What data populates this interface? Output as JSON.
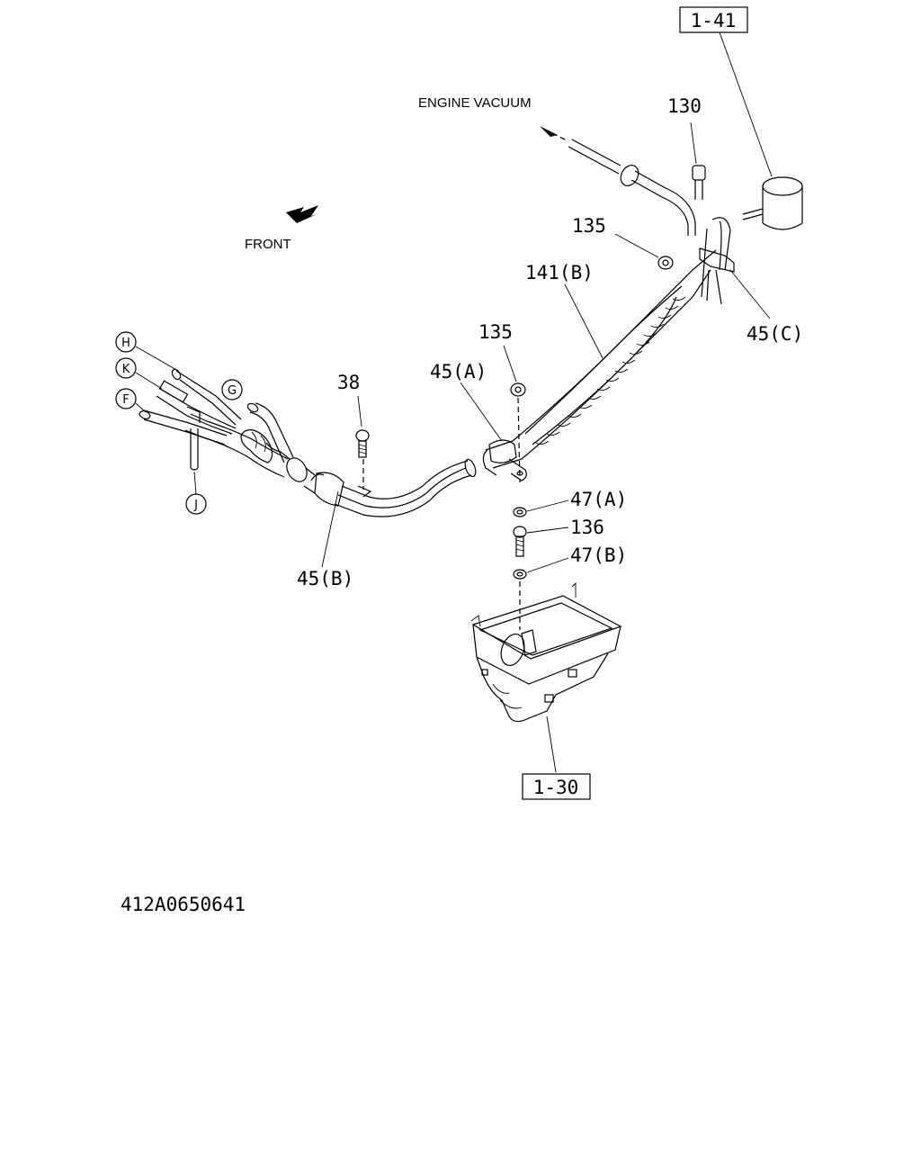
{
  "labels": {
    "engine_vacuum": "ENGINE VACUUM",
    "front": "FRONT",
    "ref_1_41": "1-41",
    "ref_1_30": "1-30",
    "p130": "130",
    "p135_top": "135",
    "p141b": "141(B)",
    "p45c": "45(C)",
    "p135_mid": "135",
    "p45a": "45(A)",
    "p38": "38",
    "p47a": "47(A)",
    "p136": "136",
    "p47b": "47(B)",
    "p45b": "45(B)",
    "circle_h": "H",
    "circle_k": "K",
    "circle_g": "G",
    "circle_f": "F",
    "circle_j": "J",
    "drawing_number": "412A0650641"
  }
}
